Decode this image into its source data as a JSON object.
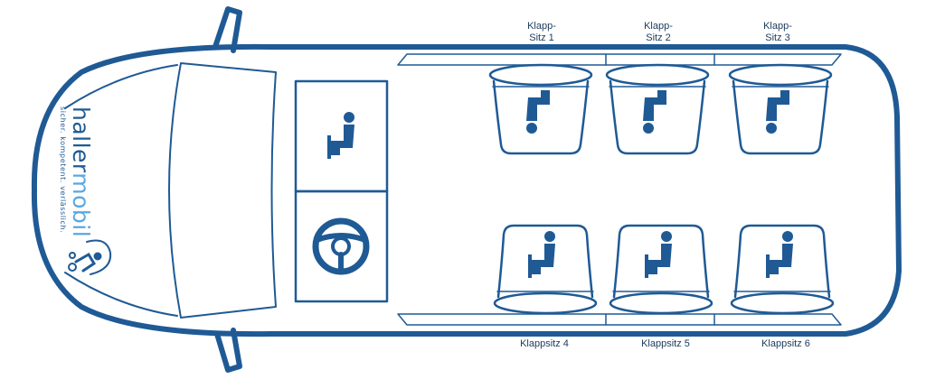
{
  "colors": {
    "outline": "#1f5a95",
    "logo_light": "#5aa8df",
    "label_text": "#1a3a5c"
  },
  "brand": {
    "name_part1": "haller",
    "name_part2": "mobil",
    "tagline": "sicher.  kompetent.  verlässlich."
  },
  "icons": {
    "driver_front": "steering-wheel-icon",
    "passenger_front": "seated-person-icon",
    "rear_seats": "seated-person-icon"
  },
  "seats_top": [
    {
      "line1": "Klapp-",
      "line2": "Sitz 1"
    },
    {
      "line1": "Klapp-",
      "line2": "Sitz 2"
    },
    {
      "line1": "Klapp-",
      "line2": "Sitz 3"
    }
  ],
  "seats_bottom": [
    {
      "label": "Klappsitz 4"
    },
    {
      "label": "Klappsitz 5"
    },
    {
      "label": "Klappsitz 6"
    }
  ]
}
